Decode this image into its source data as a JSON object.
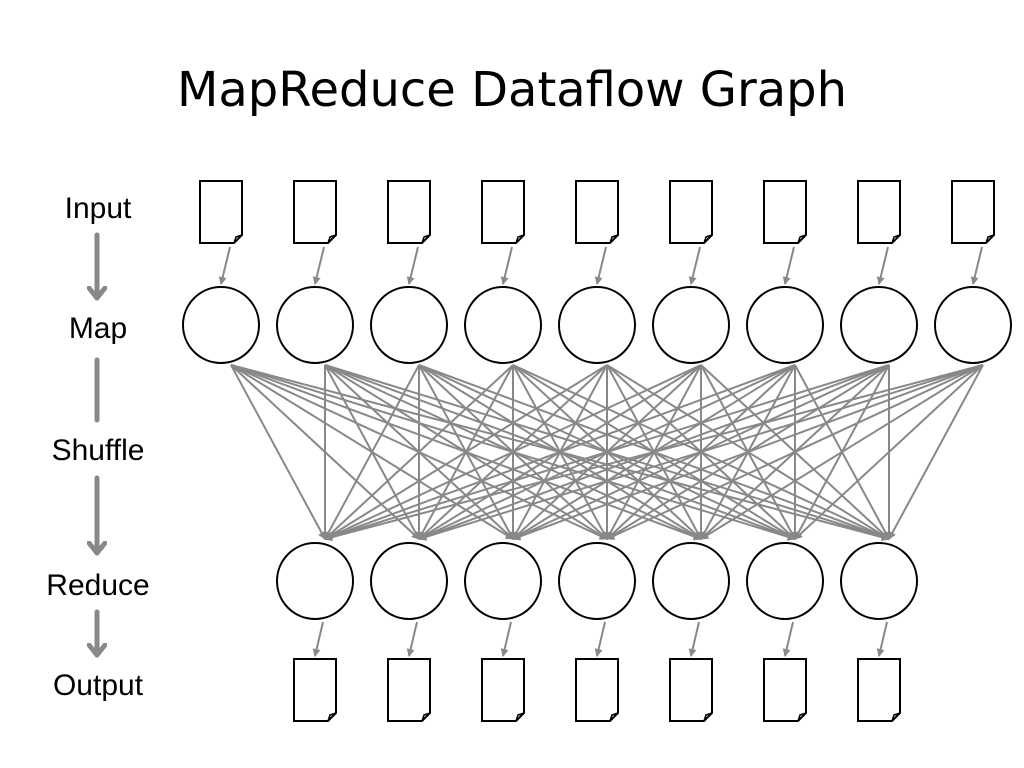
{
  "title": "MapReduce Dataflow Graph",
  "stages": [
    "Input",
    "Map",
    "Shuffle",
    "Reduce",
    "Output"
  ],
  "colors": {
    "background": "#ffffff",
    "stroke": "#000000",
    "edge": "#888888"
  },
  "graph": {
    "input_files": 9,
    "map_nodes": 9,
    "reduce_nodes": 7,
    "output_files": 7,
    "shuffle": "all-to-all"
  }
}
